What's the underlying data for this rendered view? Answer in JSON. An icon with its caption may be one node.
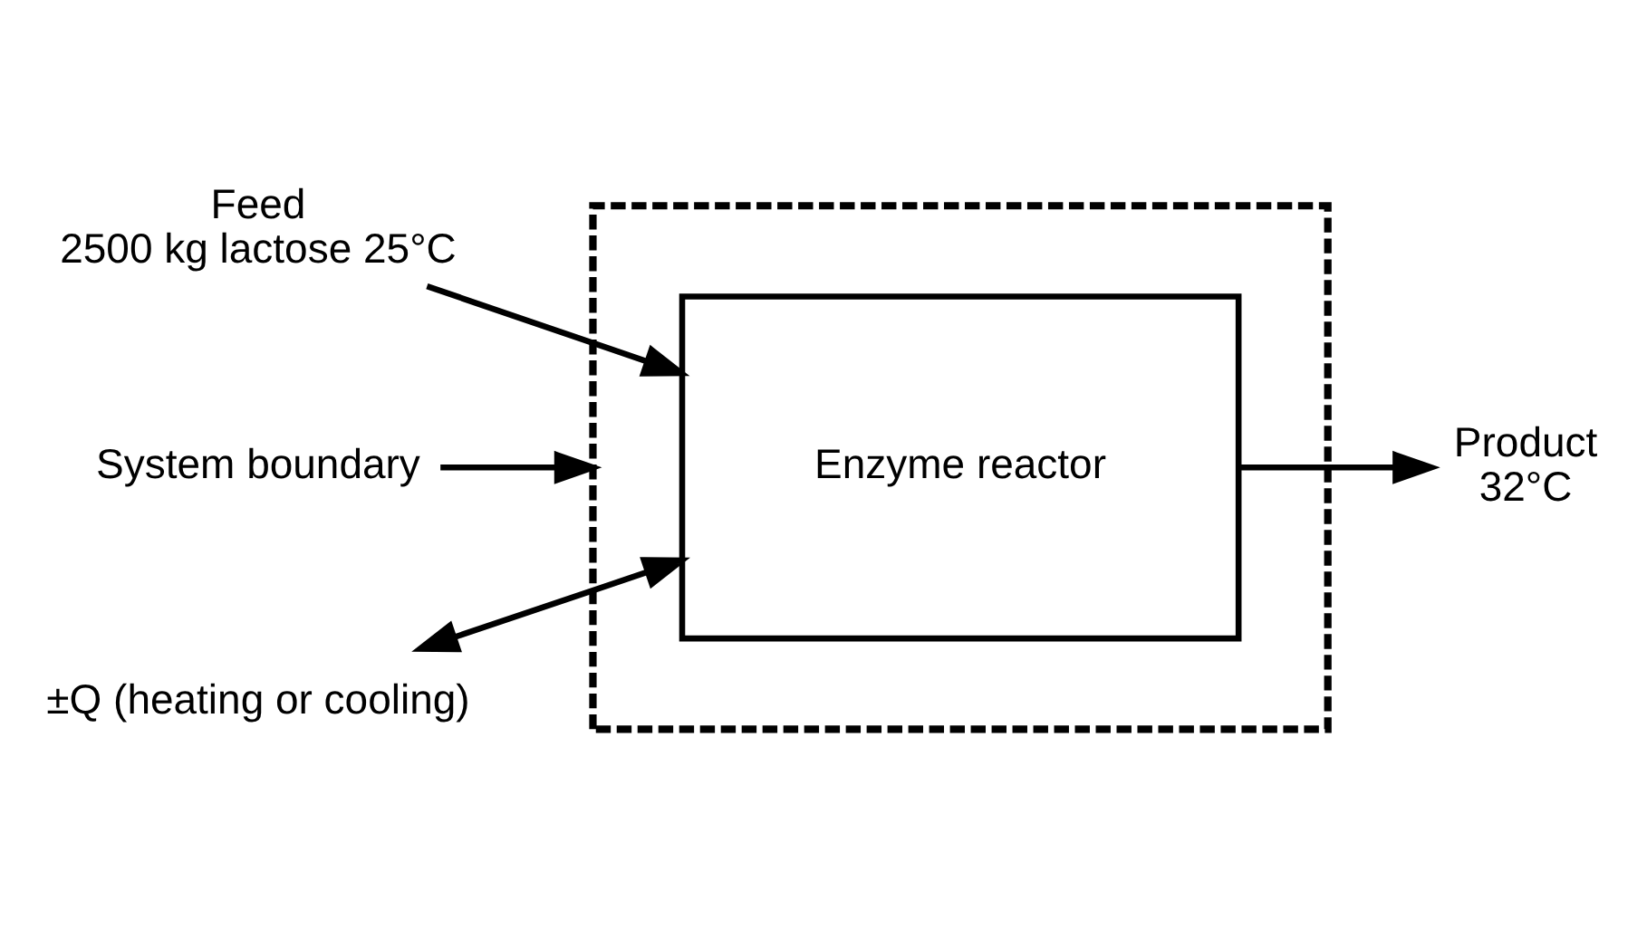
{
  "diagram": {
    "nodes": [
      {
        "text": [],
        "shape": "box"
      },
      {
        "text": [
          "Enzyme reactor"
        ],
        "in": 0
      },
      {
        "text": [
          "Feed",
          "2500 kg lactose 25°C"
        ]
      },
      {
        "text": [
          "Product",
          "32°C"
        ]
      },
      {
        "text": [
          "System boundary"
        ]
      },
      {
        "text": [
          "±Q (heating or cooling)"
        ]
      }
    ],
    "edges": [
      {
        "from": 2,
        "to": 1,
        "arrow": "to"
      },
      {
        "from": 1,
        "to": 3,
        "arrow": "to"
      },
      {
        "from": 4,
        "to": 0,
        "arrow": "to"
      },
      {
        "from": 5,
        "to": 1,
        "arrow": "both"
      }
    ]
  }
}
